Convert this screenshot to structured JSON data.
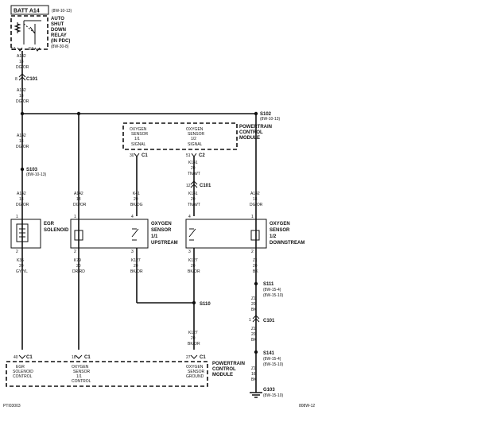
{
  "battery": {
    "label": "BATT A14",
    "ref": "(8W-10-13)"
  },
  "asd_relay": {
    "lines": [
      "AUTO",
      "SHUT",
      "DOWN",
      "RELAY",
      "(IN PDC)"
    ],
    "ref": "(8W-30-8)",
    "pin_e1": "E1",
    "pin_e3": "E3"
  },
  "w_a142_1": {
    "circuit": "A142",
    "gauge": "18",
    "color": "DG/OR"
  },
  "c101_top": {
    "pin": "8",
    "name": "C101"
  },
  "w_a142_2": {
    "circuit": "A142",
    "gauge": "18",
    "color": "DG/OR"
  },
  "w_a142_3": {
    "circuit": "A142",
    "gauge": "18",
    "color": "DG/OR"
  },
  "s102": {
    "name": "S102",
    "ref": "(8W-10-13)"
  },
  "s103": {
    "name": "S103",
    "ref": "(8W-10-13)"
  },
  "w_a142_4": {
    "circuit": "A142",
    "gauge": "18",
    "color": "DG/OR"
  },
  "w_a142_5": {
    "circuit": "A142",
    "gauge": "18",
    "color": "DG/OR"
  },
  "w_a142_6": {
    "circuit": "A142",
    "gauge": "18",
    "color": "DG/OR"
  },
  "pcm_top": {
    "title": [
      "POWERTRAIN",
      "CONTROL",
      "MODULE"
    ],
    "sig1": [
      "OXYGEN",
      "SENSOR",
      "1/1",
      "SIGNAL"
    ],
    "sig2": [
      "OXYGEN",
      "SENSOR",
      "1/2",
      "SIGNAL"
    ],
    "pin1": "30",
    "conn1": "C1",
    "pin2": "51",
    "conn2": "C2"
  },
  "w_k41": {
    "circuit": "K41",
    "gauge": "20",
    "color": "BK/DG"
  },
  "w_k141_1": {
    "circuit": "K141",
    "gauge": "20",
    "color": "TN/WT"
  },
  "c101_mid": {
    "pin": "12",
    "name": "C101"
  },
  "w_k141_2": {
    "circuit": "K141",
    "gauge": "20",
    "color": "TN/WT"
  },
  "egr": {
    "lines": [
      "EGR",
      "SOLENOID"
    ],
    "pin1": "1",
    "pin2": "2"
  },
  "o2_up": {
    "lines": [
      "OXYGEN",
      "SENSOR",
      "1/1",
      "UPSTREAM"
    ],
    "pin1": "1",
    "pin2": "2",
    "pin3": "3",
    "pin4": "4"
  },
  "o2_down": {
    "lines": [
      "OXYGEN",
      "SENSOR",
      "1/2",
      "DOWNSTREAM"
    ],
    "pin1": "1",
    "pin2": "2",
    "pin3": "3",
    "pin4": "4"
  },
  "w_k35": {
    "circuit": "K35",
    "gauge": "20",
    "color": "GY/YL"
  },
  "w_k79": {
    "circuit": "K79",
    "gauge": "20",
    "color": "DR/RD"
  },
  "w_k127_1": {
    "circuit": "K127",
    "gauge": "20",
    "color": "BK/OR"
  },
  "w_k127_2": {
    "circuit": "K127",
    "gauge": "20",
    "color": "BK/OR"
  },
  "w_z1_1": {
    "circuit": "Z1",
    "gauge": "20",
    "color": "BK"
  },
  "s111": {
    "name": "S111",
    "ref1": "(8W-15-4)",
    "ref2": "(8W-15-10)"
  },
  "w_z1_2": {
    "circuit": "Z1",
    "gauge": "20",
    "color": "BK"
  },
  "c101_low": {
    "pin": "1",
    "name": "C101"
  },
  "w_z1_3": {
    "circuit": "Z1",
    "gauge": "20",
    "color": "BK"
  },
  "s110": {
    "name": "S110"
  },
  "w_k127_3": {
    "circuit": "K127",
    "gauge": "20",
    "color": "BK/OR"
  },
  "s141": {
    "name": "S141",
    "ref1": "(8W-15-4)",
    "ref2": "(8W-15-10)"
  },
  "w_z1_4": {
    "circuit": "Z1",
    "gauge": "16",
    "color": "BK"
  },
  "g103": {
    "name": "G103",
    "ref": "(8W-15-10)"
  },
  "pcm_bottom": {
    "title": [
      "POWERTRAIN",
      "CONTROL",
      "MODULE"
    ],
    "egr_ctrl": [
      "EGR",
      "SOLENOID",
      "CONTROL"
    ],
    "o2_ctrl": [
      "OXYGEN",
      "SENSOR",
      "1/1",
      "CONTROL"
    ],
    "o2_gnd": [
      "OXYGEN",
      "SENSOR",
      "GROUND"
    ],
    "pin40": "40",
    "pin18": "18",
    "pin27": "27",
    "conn": "C1"
  },
  "footer": {
    "left": "PTI03003",
    "right": "808W-12"
  }
}
